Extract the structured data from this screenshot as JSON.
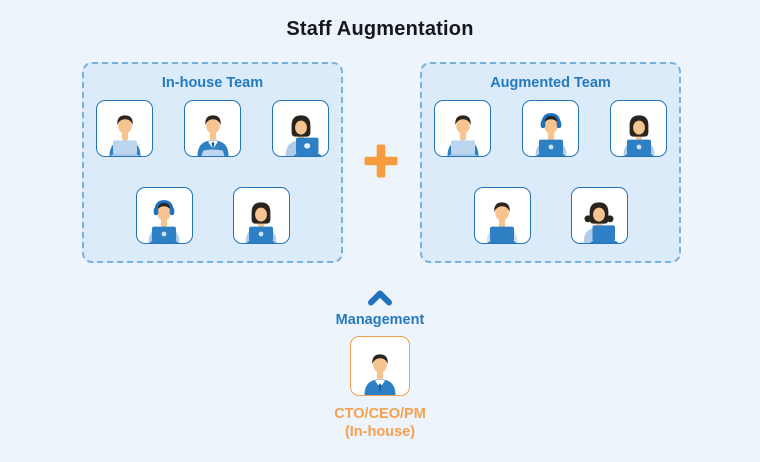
{
  "page": {
    "title": "Staff Augmentation"
  },
  "teams": [
    {
      "id": "in-house",
      "label": "In-house Team",
      "rows": [
        [
          "man-blue-shirt-laptop",
          "man-suit-laptop",
          "woman-side-laptop"
        ],
        [
          "headset-person-laptop",
          "woman-laptop"
        ]
      ]
    },
    {
      "id": "augmented",
      "label": "Augmented Team",
      "rows": [
        [
          "man-collar-shirt-laptop",
          "headset-person-laptop",
          "woman-laptop"
        ],
        [
          "man-tie-laptop",
          "woman-pigtails-laptop"
        ]
      ]
    }
  ],
  "connector": {
    "icon": "plus-icon"
  },
  "management": {
    "chevron_icon": "chevron-up-icon",
    "label": "Management",
    "avatar": "man-suit",
    "role_line1": "CTO/CEO/PM",
    "role_line2": "(In-house)"
  },
  "colors": {
    "background": "#edf4fb",
    "title_text": "#15181d",
    "box_fill": "#dcebf9",
    "box_border": "#7ab1dc",
    "team_title": "#2579be",
    "card_border": "#2374bb",
    "plus": "#f69b3e",
    "chevron": "#2272bf",
    "management_border": "#f0a050",
    "management_text": "#f8a04e",
    "skin": "#f7c48f",
    "hair": "#2a241f",
    "shirt_blue": "#2e80c4",
    "shirt_light": "#aecdea",
    "shirt_pale": "#cfe0f2",
    "collar_light": "#d8e8f7",
    "laptop_pale": "#bcd6ef",
    "laptop_pale_base": "#a9c9e8",
    "laptop_dot": "#cfe3f5",
    "tie": "#1d5e9e",
    "headset": "#1e6fc0"
  }
}
